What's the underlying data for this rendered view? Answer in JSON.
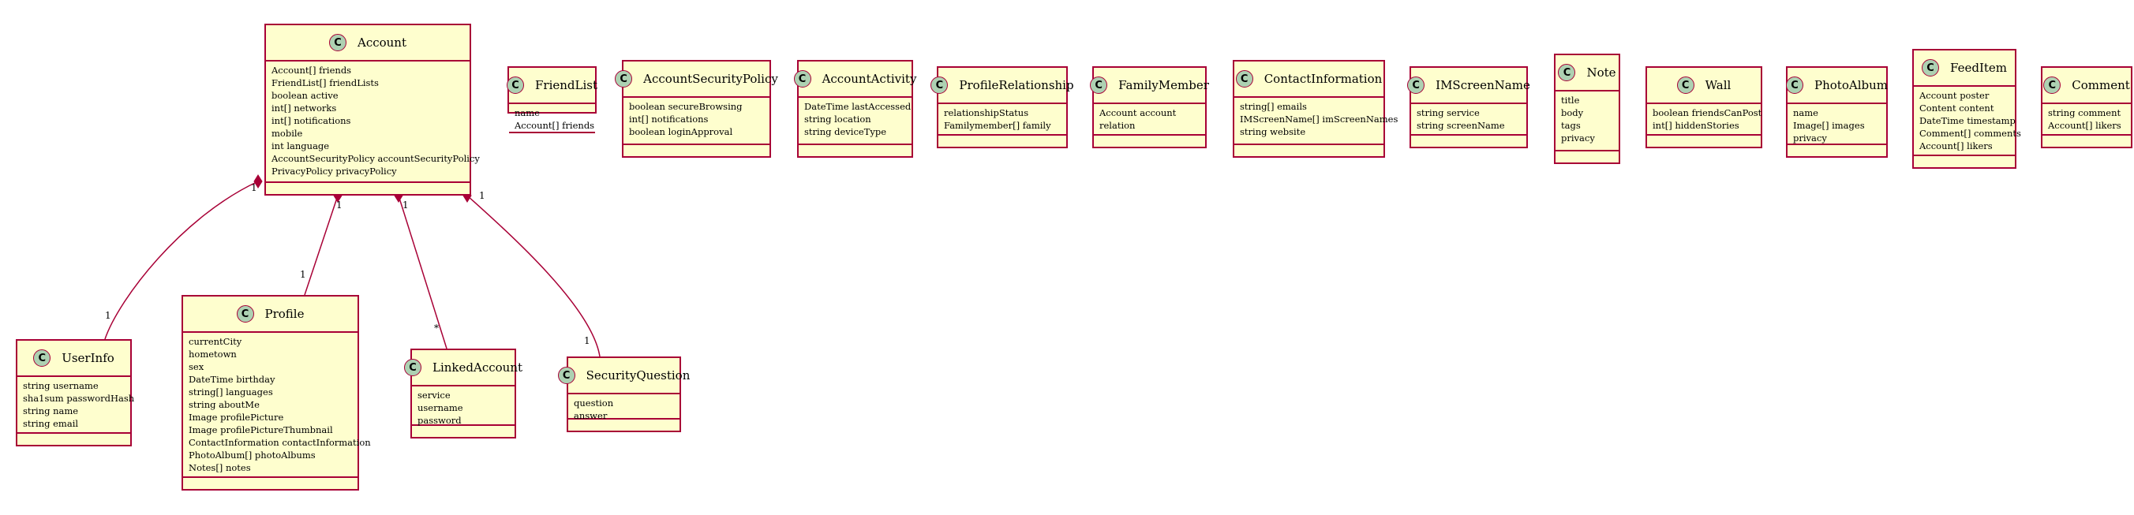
{
  "diagram": {
    "classes": {
      "account": {
        "name": "Account",
        "attributes": [
          "Account[] friends",
          "FriendList[] friendLists",
          "boolean active",
          "int[] networks",
          "int[] notifications",
          "mobile",
          "int language",
          "AccountSecurityPolicy accountSecurityPolicy",
          "PrivacyPolicy privacyPolicy"
        ]
      },
      "friendlist": {
        "name": "FriendList",
        "attributes": [
          "name",
          "Account[] friends"
        ]
      },
      "accountsecuritypolicy": {
        "name": "AccountSecurityPolicy",
        "attributes": [
          "boolean secureBrowsing",
          "int[] notifications",
          "boolean loginApproval"
        ]
      },
      "accountactivity": {
        "name": "AccountActivity",
        "attributes": [
          "DateTime lastAccessed",
          "string location",
          "string deviceType"
        ]
      },
      "profilerelationship": {
        "name": "ProfileRelationship",
        "attributes": [
          "relationshipStatus",
          "Familymember[] family"
        ]
      },
      "familymember": {
        "name": "FamilyMember",
        "attributes": [
          "Account account",
          "relation"
        ]
      },
      "contactinformation": {
        "name": "ContactInformation",
        "attributes": [
          "string[] emails",
          "IMScreenName[] imScreenNames",
          "string website"
        ]
      },
      "imscreenname": {
        "name": "IMScreenName",
        "attributes": [
          "string service",
          "string screenName"
        ]
      },
      "note": {
        "name": "Note",
        "attributes": [
          "title",
          "body",
          "tags",
          "privacy"
        ]
      },
      "wall": {
        "name": "Wall",
        "attributes": [
          "boolean friendsCanPost",
          "int[] hiddenStories"
        ]
      },
      "photoalbum": {
        "name": "PhotoAlbum",
        "attributes": [
          "name",
          "Image[] images",
          "privacy"
        ]
      },
      "feeditem": {
        "name": "FeedItem",
        "attributes": [
          "Account poster",
          "Content content",
          "DateTime timestamp",
          "Comment[] comments",
          "Account[] likers"
        ]
      },
      "comment": {
        "name": "Comment",
        "attributes": [
          "string comment",
          "Account[] likers"
        ]
      },
      "userinfo": {
        "name": "UserInfo",
        "attributes": [
          "string username",
          "sha1sum passwordHash",
          "string name",
          "string email"
        ]
      },
      "profile": {
        "name": "Profile",
        "attributes": [
          "currentCity",
          "hometown",
          "sex",
          "DateTime birthday",
          "string[] languages",
          "string aboutMe",
          "Image profilePicture",
          "Image profilePictureThumbnail",
          "ContactInformation contactInformation",
          "PhotoAlbum[] photoAlbums",
          "Notes[] notes"
        ]
      },
      "linkedaccount": {
        "name": "LinkedAccount",
        "attributes": [
          "service",
          "username",
          "password"
        ]
      },
      "securityquestion": {
        "name": "SecurityQuestion",
        "attributes": [
          "question",
          "answer"
        ]
      }
    },
    "class_icon": "C",
    "relations": [
      {
        "from": "account",
        "to": "userinfo",
        "type": "composition",
        "from_mult": "1",
        "to_mult": "1"
      },
      {
        "from": "account",
        "to": "profile",
        "type": "composition",
        "from_mult": "1",
        "to_mult": "1"
      },
      {
        "from": "account",
        "to": "linkedaccount",
        "type": "composition",
        "from_mult": "1",
        "to_mult": "*"
      },
      {
        "from": "account",
        "to": "securityquestion",
        "type": "composition",
        "from_mult": "1",
        "to_mult": "1"
      }
    ],
    "colors": {
      "fill": "#fefece",
      "border": "#a80036",
      "icon_fill": "#add1b2",
      "line": "#a80036"
    }
  }
}
